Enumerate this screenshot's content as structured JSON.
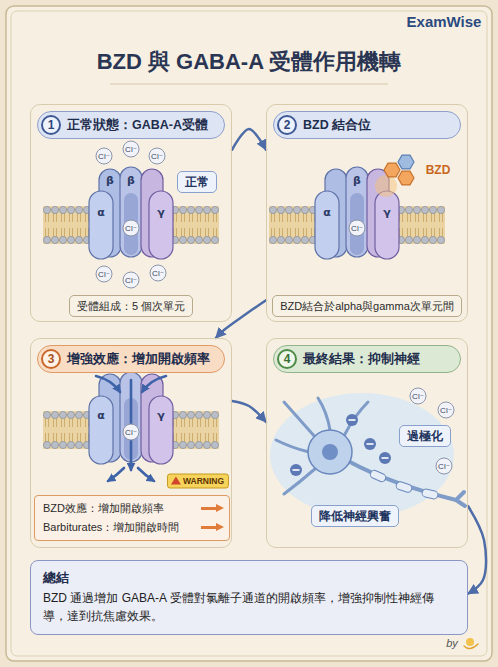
{
  "diagram": {
    "title": "BZD 與 GABA-A 受體作用機轉",
    "nodes": [
      {
        "text": [
          "1",
          "正常狀態：GABA-A受體"
        ]
      },
      {
        "text": [
          "正常"
        ],
        "in": 0
      },
      {
        "text": [
          "受體組成：5 個次單元"
        ],
        "in": 0
      },
      {
        "text": [
          "2",
          "BZD 結合位"
        ]
      },
      {
        "text": [
          "BZD結合於alpha與gamma次單元間"
        ],
        "in": 3
      },
      {
        "text": [
          "3",
          "增強效應：增加開啟頻率"
        ]
      },
      {
        "text": [
          "BZD效應：增加開啟頻率",
          "Barbiturates：增加開啟時間"
        ],
        "in": 5
      },
      {
        "text": [
          "4",
          "最終結果：抑制神經"
        ]
      },
      {
        "text": [
          "過極化"
        ],
        "in": 7
      },
      {
        "text": [
          "降低神經興奮"
        ],
        "in": 7
      },
      {
        "text": [
          "總結",
          "BZD 通過增加 GABA-A 受體對氯離子通道的開啟頻率，增強抑制性神經傳導，達到抗焦慮效果。"
        ]
      }
    ],
    "edges": [
      {
        "from": 0,
        "to": 3,
        "arrow": "to"
      },
      {
        "from": 3,
        "to": 5,
        "arrow": "to"
      },
      {
        "from": 5,
        "to": 7,
        "arrow": "to"
      },
      {
        "from": 7,
        "to": 10,
        "arrow": "to"
      }
    ],
    "labels": [
      "ExamWise",
      "Cl⁻",
      "Cl⁻",
      "Cl⁻",
      "β",
      "β",
      "γ",
      "α",
      "Cl⁻",
      "Cl⁻",
      "Cl⁻",
      "Cl⁻",
      "BZD",
      "β",
      "α",
      "γ",
      "Cl⁻",
      "α",
      "γ",
      "Cl⁻",
      "WARNING",
      "Cl⁻",
      "Cl⁻",
      "Cl⁻",
      "by"
    ]
  }
}
